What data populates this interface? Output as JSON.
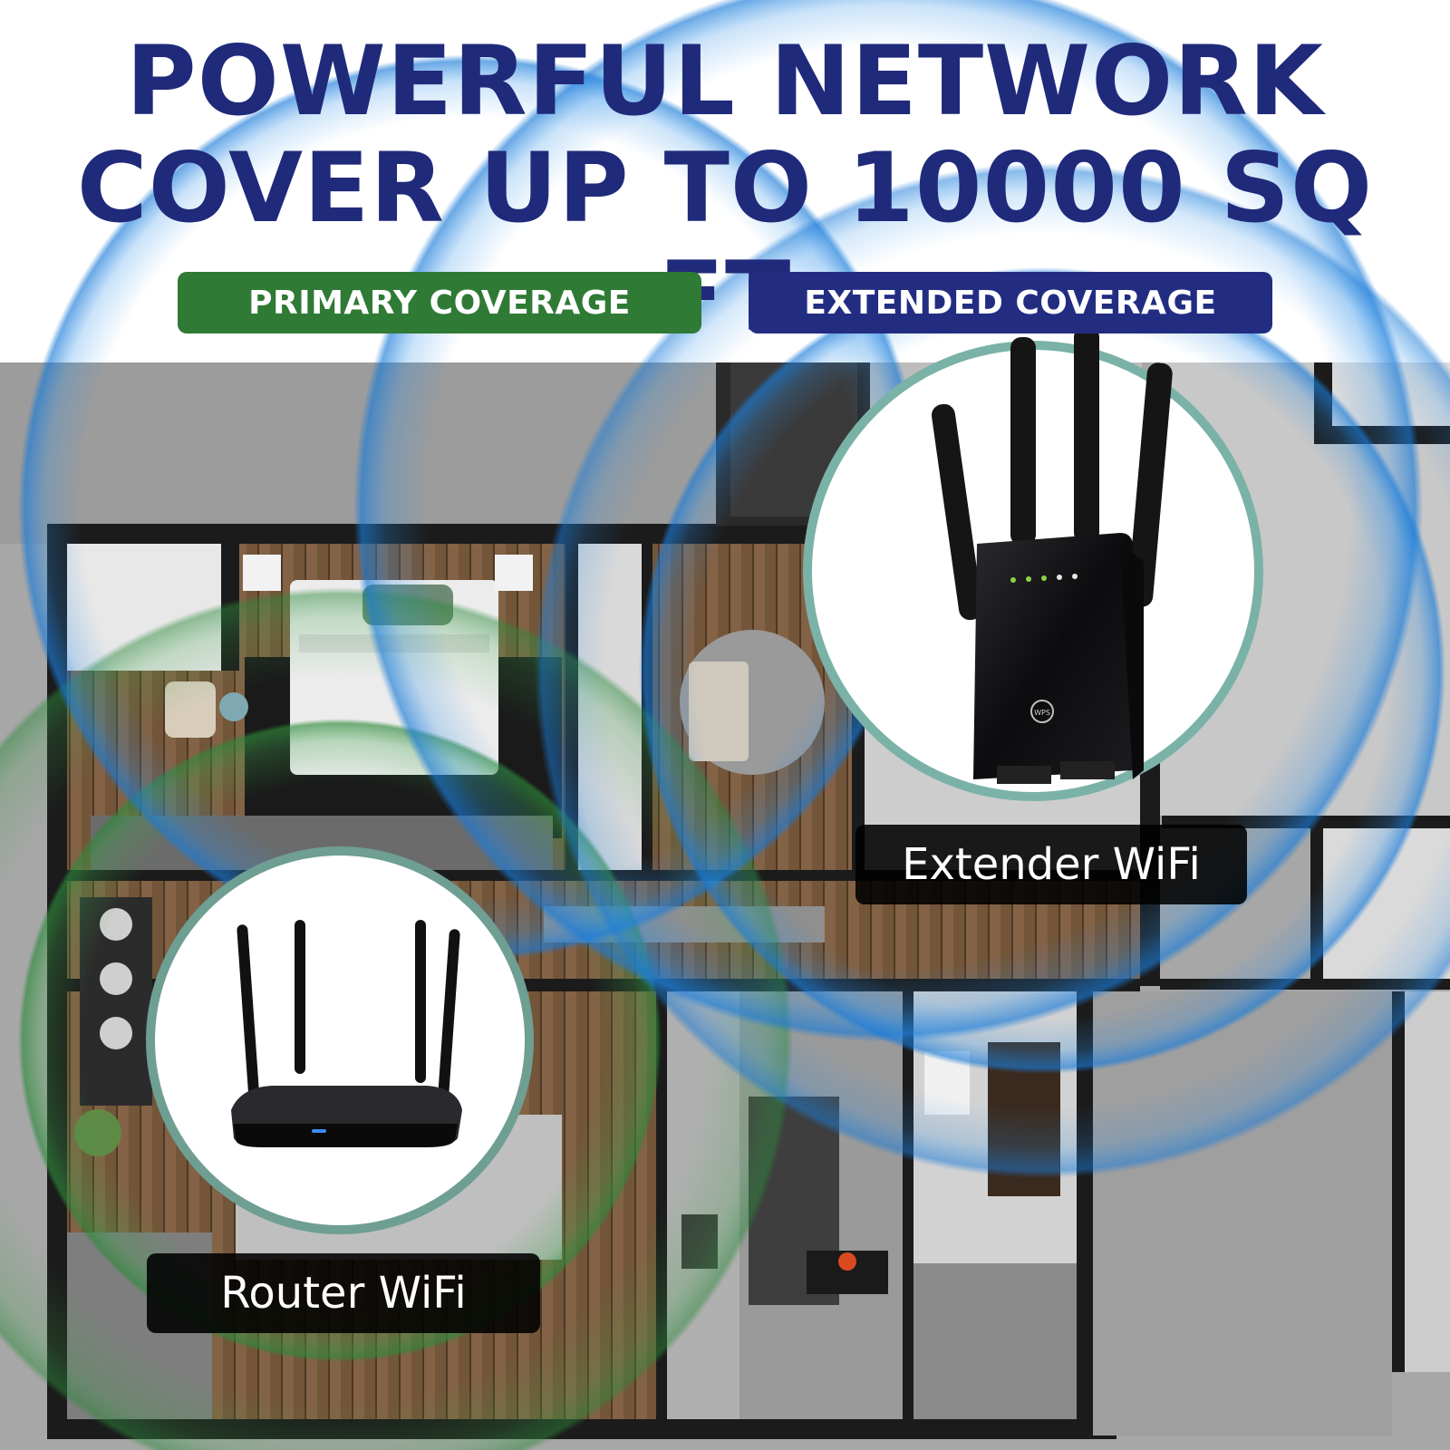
{
  "headline": {
    "line1": "POWERFUL NETWORK",
    "line2": "COVER UP TO 10000 SQ FT"
  },
  "legend": {
    "primary_label": "PRIMARY COVERAGE",
    "extended_label": "EXTENDED COVERAGE"
  },
  "devices": {
    "extender_label": "Extender WiFi",
    "router_label": "Router WiFi",
    "extender_button_text": "WPS"
  },
  "colors": {
    "headline": "#202a7a",
    "primary": "#2f7a35",
    "extended": "#222d82",
    "wifi_blue": "#2a8ee8",
    "wifi_green": "#3da24a"
  }
}
